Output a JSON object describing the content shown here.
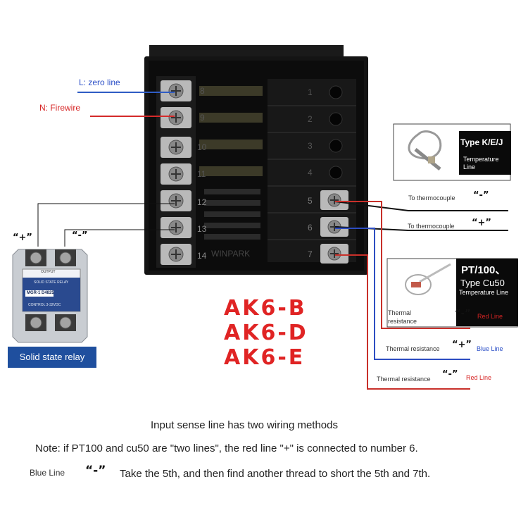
{
  "wiring": {
    "left": {
      "zero_line": "L: zero line",
      "firewire": "N: Firewire",
      "plus": "“+”",
      "minus": "“-”"
    },
    "relay": {
      "label": "Solid state relay",
      "output": "OUTPUT",
      "title": "SOLID STATE RELAY",
      "model": "MGR-1  D4825",
      "control": "CONTROL 3-32VDC",
      "colors": {
        "label_bg": "#1f4f9e",
        "body": "#c9cdd2",
        "blue_panel": "#2a4a8f"
      }
    },
    "controller": {
      "brand": "WINPARK",
      "left_terminals": [
        "8",
        "9",
        "10",
        "11",
        "12",
        "13",
        "14"
      ],
      "right_terminals": [
        "1",
        "2",
        "3",
        "4",
        "5",
        "6",
        "7"
      ]
    },
    "sensors": {
      "type_kej": "Type K/E/J",
      "temperature_line_1": "Temperature Line",
      "to_thermocouple_minus": "To thermocouple",
      "to_thermocouple_plus": "To thermocouple",
      "minus": "“-”",
      "plus": "“+”",
      "pt100": "PT/100、",
      "cu50": "Type Cu50",
      "temperature_line_2": "Temperature Line",
      "thermal_resistance_1": "Thermal resistance",
      "red_line_1": "Red Line",
      "thermal_resistance_2": "Thermal resistance",
      "blue_line": "Blue Line",
      "thermal_resistance_3": "Thermal resistance",
      "red_line_2": "Red Line"
    }
  },
  "models": [
    "AK6-B",
    "AK6-D",
    "AK6-E"
  ],
  "notes": {
    "line1": "Input sense line has two wiring methods",
    "line2": "Note: if PT100 and cu50 are \"two lines\", the red line \"+\" is connected to number 6.",
    "blue_line": "Blue Line",
    "quote_minus": "“-”",
    "line3": "Take the 5th, and then find another thread to short the 5th and 7th."
  }
}
